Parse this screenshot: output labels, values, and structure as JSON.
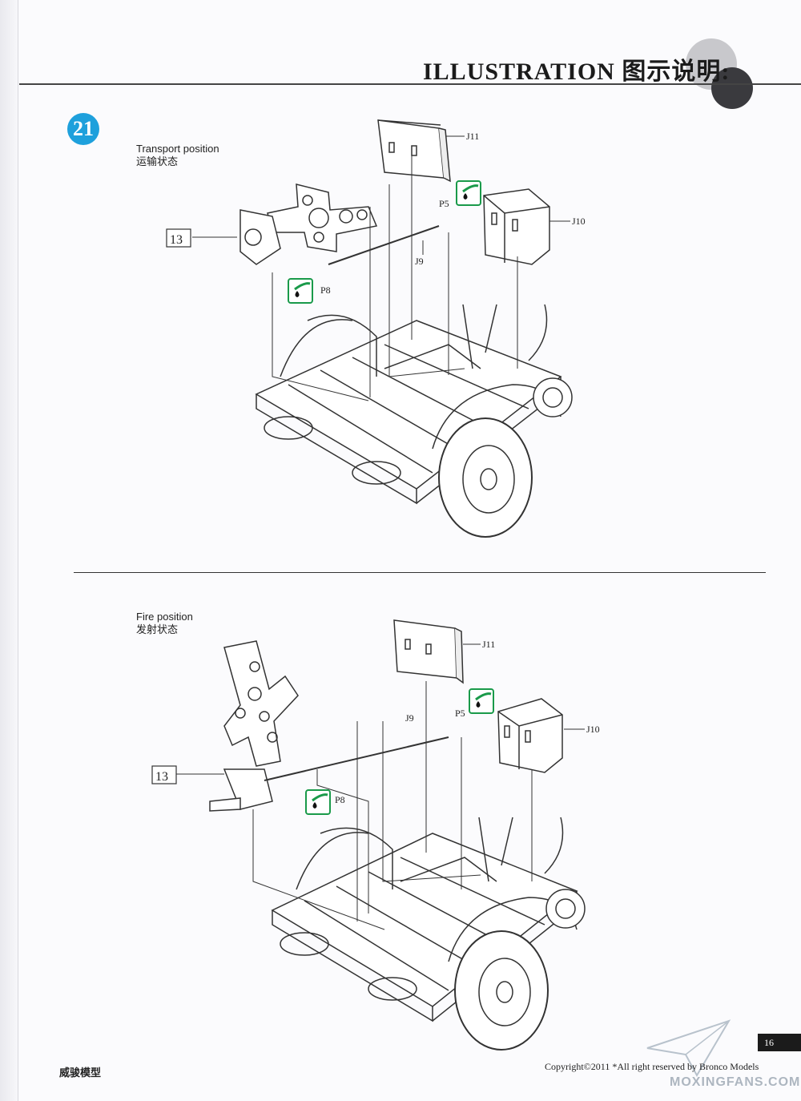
{
  "header": {
    "title": "ILLUSTRATION 图示说明:"
  },
  "step": {
    "number": "21"
  },
  "transport": {
    "caption_en": "Transport position",
    "caption_zh": "运输状态",
    "labels": {
      "j11": "J11",
      "j10": "J10",
      "p5": "P5",
      "j9": "J9",
      "p8": "P8",
      "ref13": "13"
    }
  },
  "fire": {
    "caption_en": "Fire position",
    "caption_zh": "发射状态",
    "labels": {
      "j11": "J11",
      "j10": "J10",
      "p5": "P5",
      "j9": "J9",
      "p8": "P8",
      "ref13": "13"
    }
  },
  "footer": {
    "brand": "威骏模型",
    "copyright": "Copyright©2011  *All right reserved by Bronco Models",
    "page": "16",
    "watermark": "MOXINGFANS.COM"
  },
  "colors": {
    "badge": "#1ea0dc",
    "glue_icon": "#1a9a4a"
  }
}
